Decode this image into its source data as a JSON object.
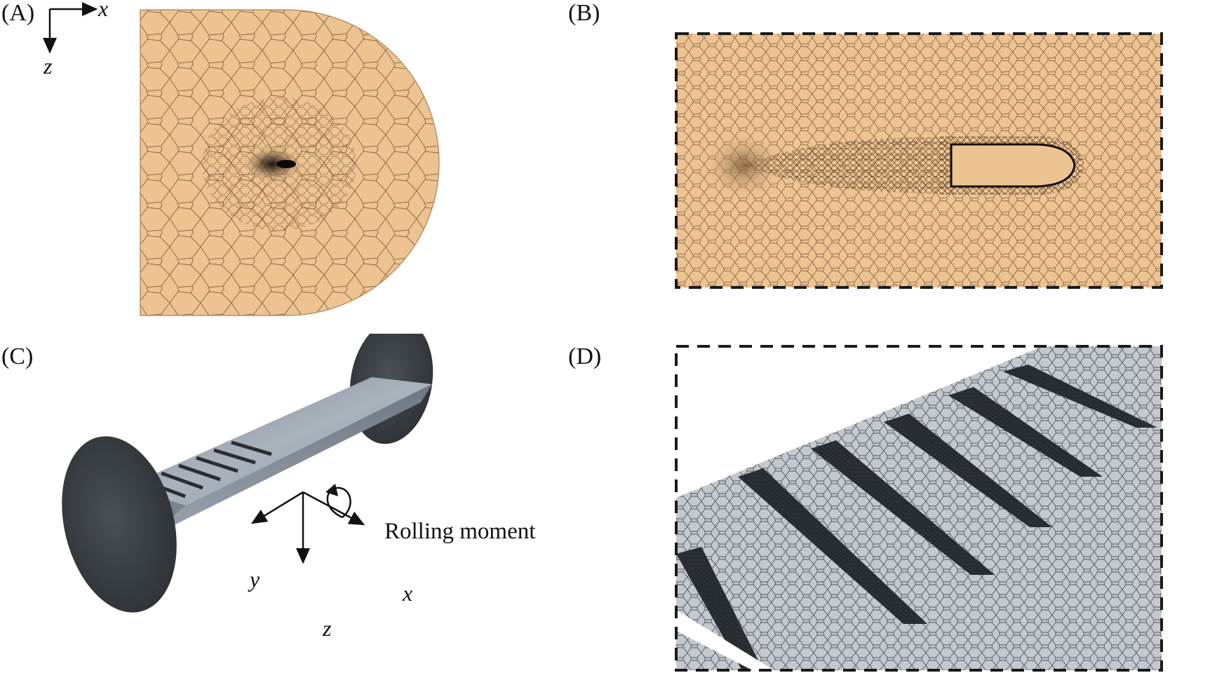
{
  "panels": {
    "a": {
      "label": "(A)",
      "axis_x": "x",
      "axis_z": "z"
    },
    "b": {
      "label": "(B)"
    },
    "c": {
      "label": "(C)",
      "axis_x": "x",
      "axis_y": "y",
      "axis_z": "z",
      "moment_label": "Rolling moment"
    },
    "d": {
      "label": "(D)"
    }
  },
  "colors": {
    "mesh_fill": "#eec392",
    "mesh_line": "#8a6a45",
    "model_dark": "#3a3e44",
    "model_light": "#9aa3ad",
    "frame": "#1a1a1a"
  }
}
